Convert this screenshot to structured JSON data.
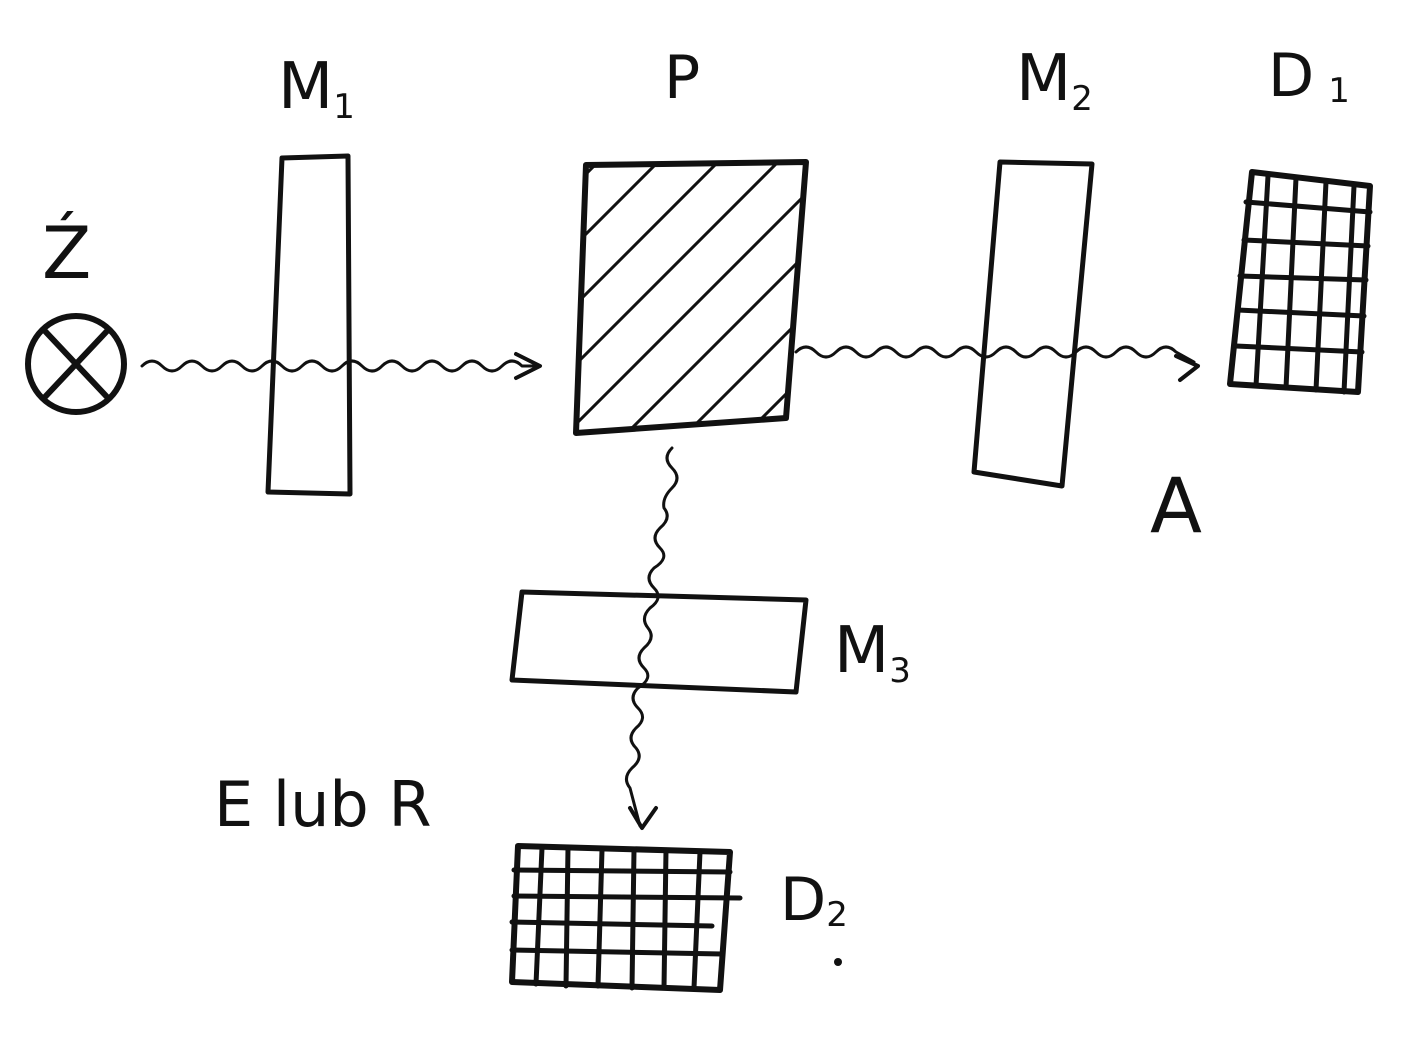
{
  "labels": {
    "source": "Ź",
    "mirror1": "M",
    "mirror1_sub": "1",
    "prism": "P",
    "mirror2": "M",
    "mirror2_sub": "2",
    "detector1": "D",
    "detector1_sub": "1",
    "point_a": "A",
    "mirror3": "M",
    "mirror3_sub": "3",
    "caption": "E lub R",
    "detector2": "D",
    "detector2_sub": "2"
  },
  "colors": {
    "ink": "#111111",
    "background": "#ffffff"
  }
}
